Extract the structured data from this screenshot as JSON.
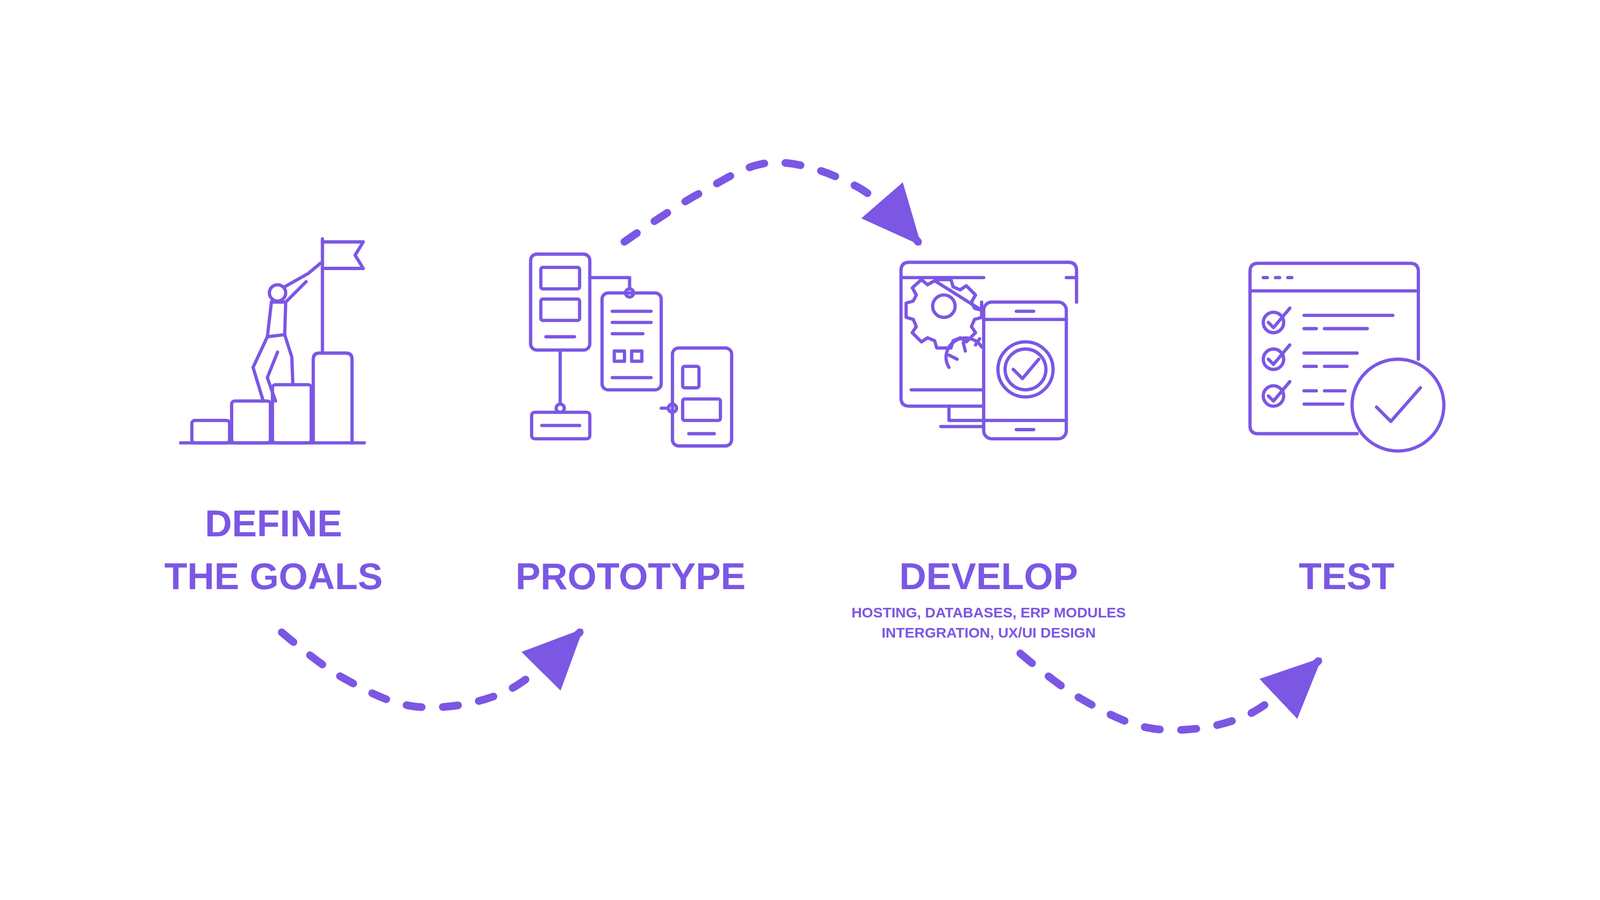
{
  "diagram": {
    "nodes": [
      {
        "text": [
          "DEFINE THE GOALS"
        ]
      },
      {
        "text": [
          "PROTOTYPE"
        ]
      },
      {
        "text": [
          "DEVELOP",
          "HOSTING, DATABASES, ERP MODULES INTERGRATION, UX/UI DESIGN"
        ]
      },
      {
        "text": [
          "TEST"
        ]
      }
    ],
    "edges": [
      {
        "from": 0,
        "to": 1,
        "arrow": "to"
      },
      {
        "from": 1,
        "to": 2,
        "arrow": "to"
      },
      {
        "from": 2,
        "to": 3,
        "arrow": "to"
      }
    ]
  }
}
